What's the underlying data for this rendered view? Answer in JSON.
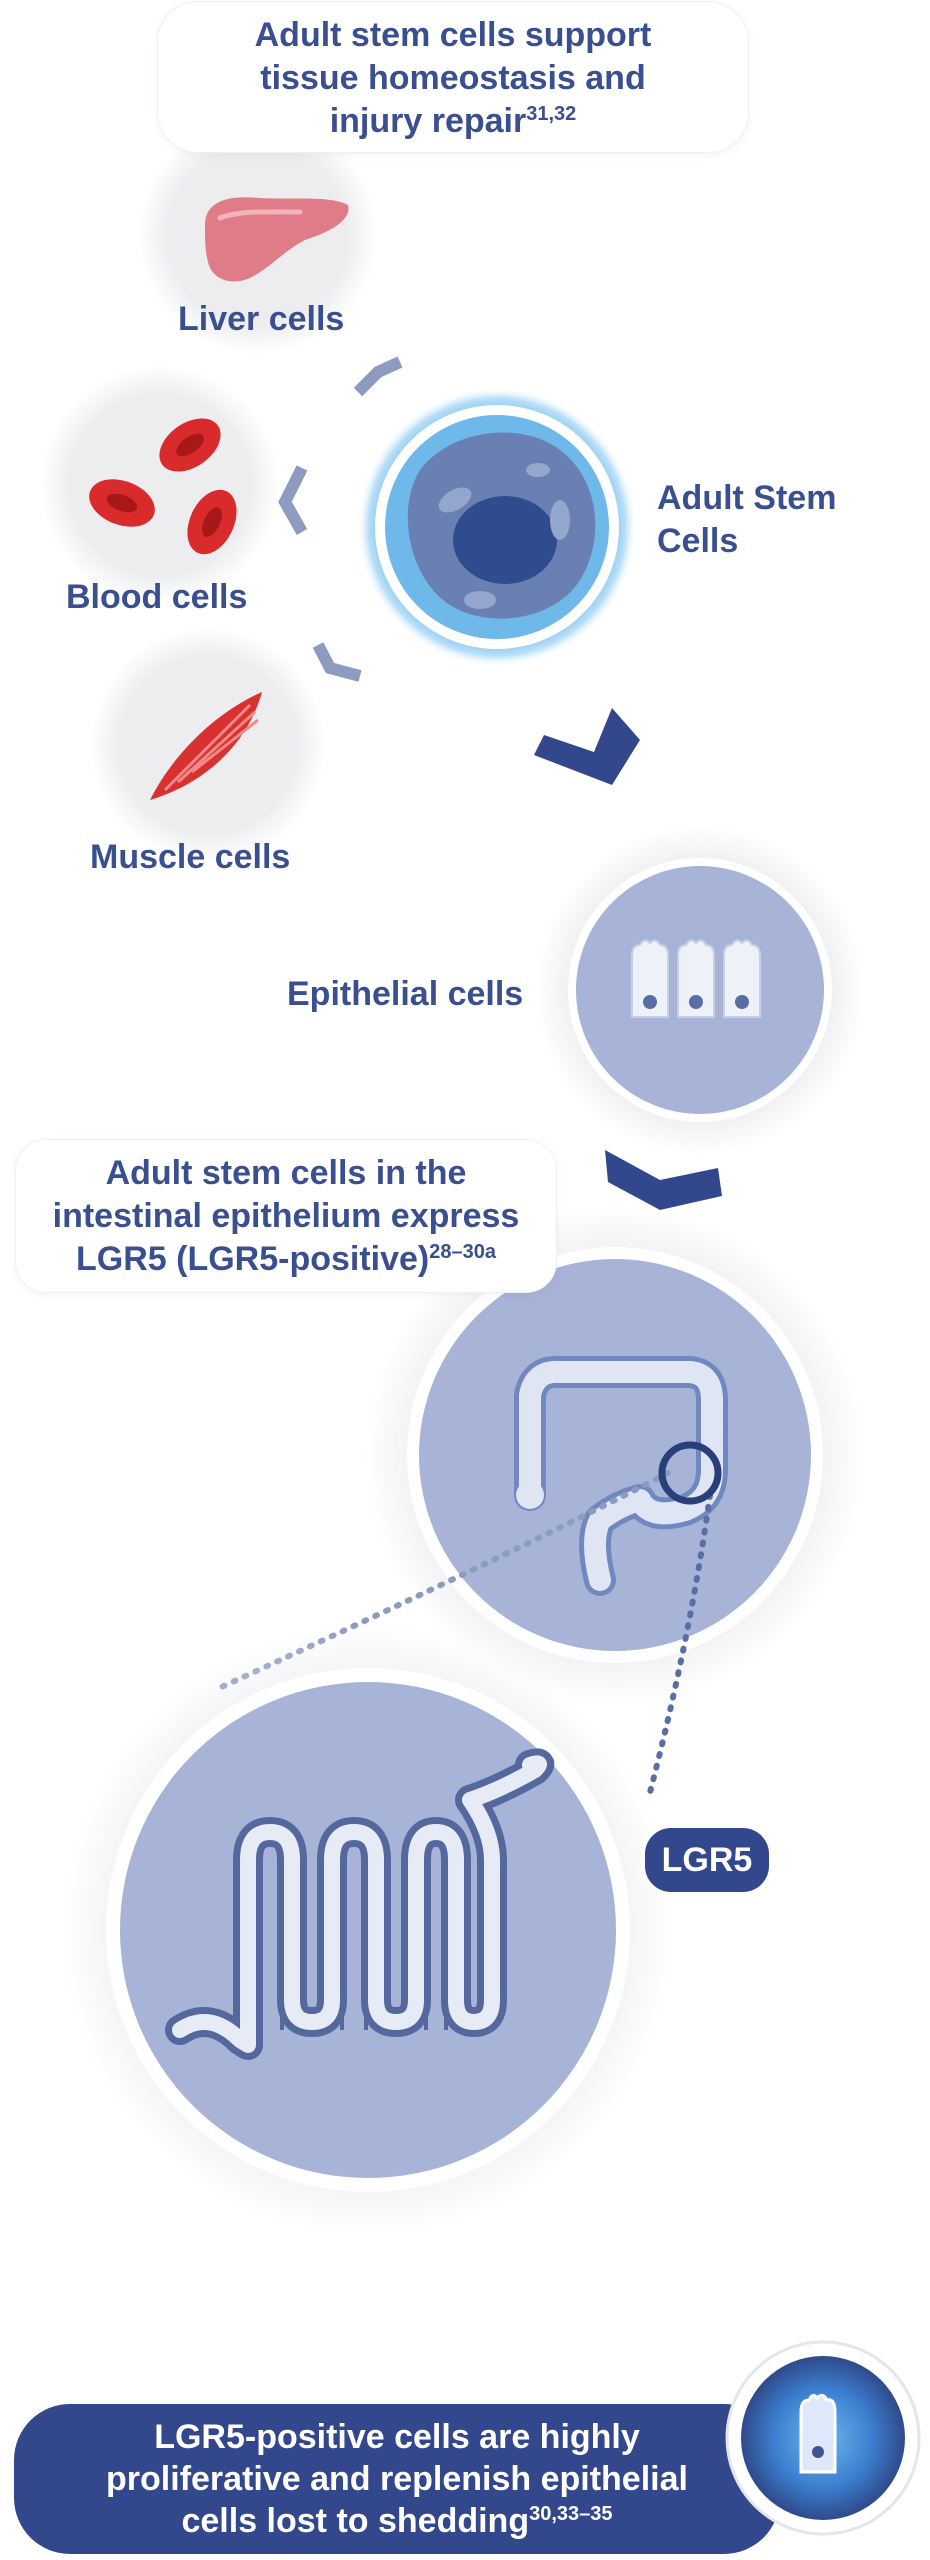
{
  "header": {
    "line1": "Adult stem cells support",
    "line2": "tissue homeostasis and",
    "line3": "injury repair",
    "refs": "31,32"
  },
  "cells": {
    "liver": "Liver cells",
    "blood": "Blood cells",
    "muscle": "Muscle cells",
    "stem_line1": "Adult Stem",
    "stem_line2": "Cells",
    "epithelial": "Epithelial cells"
  },
  "intestine_note": {
    "line1": "Adult stem cells in the",
    "line2": "intestinal epithelium express",
    "line3": "LGR5 (LGR5-positive)",
    "refs": "28–30a"
  },
  "receptor_label": "LGR5",
  "footer": {
    "line1": "LGR5-positive cells are highly",
    "line2": "proliferative and replenish epithelial",
    "line3": "cells lost to shedding",
    "refs": "30,33–35"
  },
  "colors": {
    "navy": "#33478c",
    "text": "#3a4f8f",
    "lavender": "#a7b4d8",
    "chevron_light": "#8d9bc0",
    "stem_glow": "#8cc8f0",
    "red_cell": "#d92b2b"
  }
}
